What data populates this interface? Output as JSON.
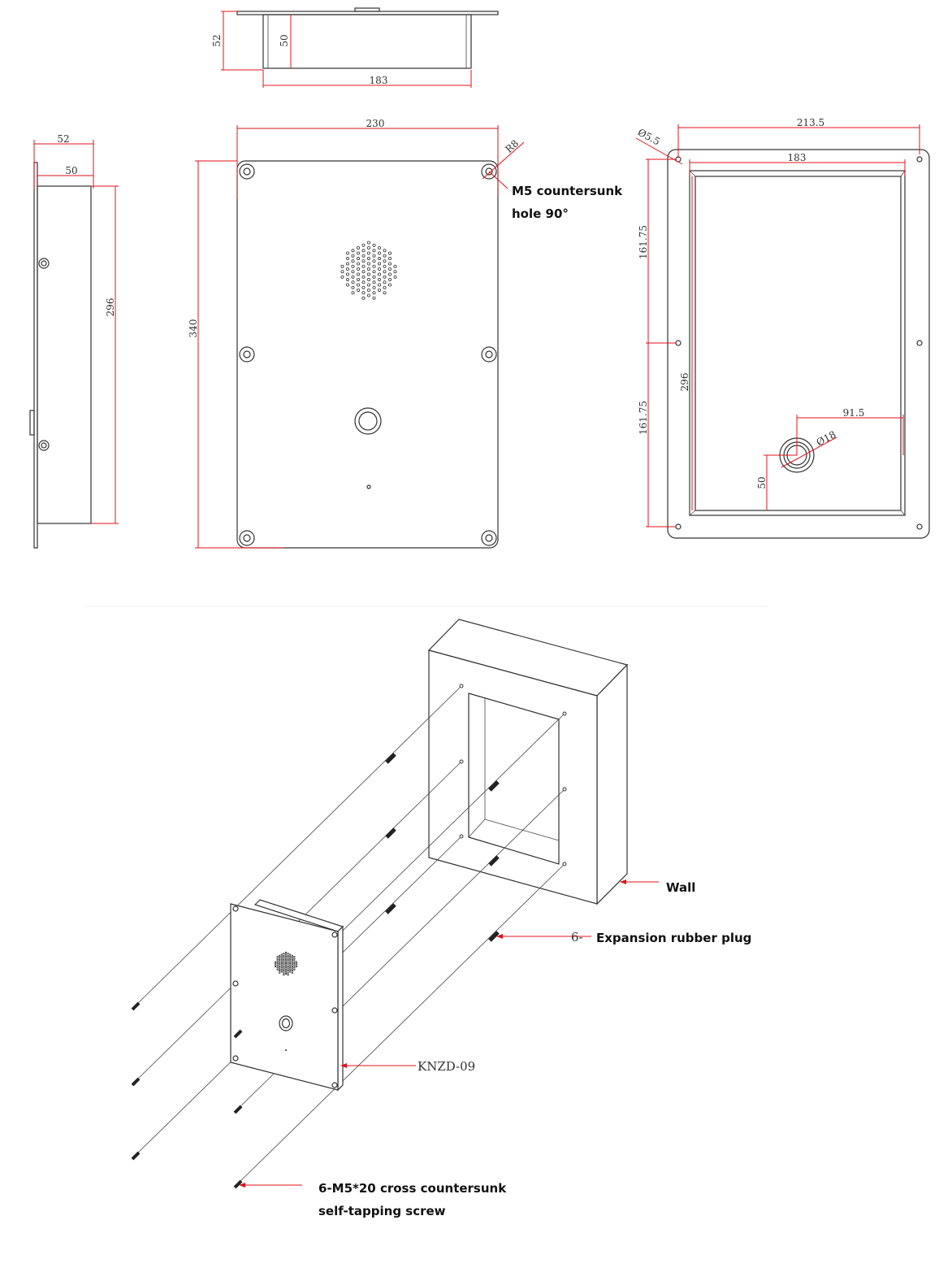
{
  "top_view": {
    "dims": {
      "depth_total": "52",
      "depth_box": "50",
      "box_width": "183"
    }
  },
  "side_view": {
    "dims": {
      "depth_total": "52",
      "depth_box": "50",
      "box_height": "296"
    }
  },
  "front_view": {
    "dims": {
      "width": "230",
      "height": "340",
      "hole_radius": "R8"
    },
    "callout": {
      "line1": "M5 countersunk",
      "line2": "hole 90°"
    }
  },
  "rear_view": {
    "dims": {
      "outer_width": "213.5",
      "inner_width": "183",
      "hole_diameter": "Ø5.5",
      "upper_spacing": "161.75",
      "lower_spacing": "161.75",
      "inner_height": "296",
      "button_offset_x": "91.5",
      "button_diameter": "Ø18",
      "button_offset_y": "50"
    }
  },
  "assembly": {
    "labels": {
      "wall": "Wall",
      "plug_count": "6-",
      "plug": "Expansion rubber plug",
      "model": "KNZD-09",
      "screw_line1": "6-M5*20 cross countersunk",
      "screw_line2": "self-tapping screw"
    }
  }
}
